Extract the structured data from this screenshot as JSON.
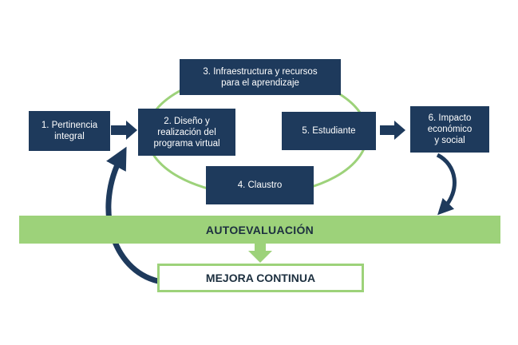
{
  "boxes": {
    "pertinencia": "1. Pertinencia\nintegral",
    "diseno": "2. Diseño y\nrealización del\nprograma virtual",
    "infraestructura": "3. Infraestructura y recursos\npara el aprendizaje",
    "claustro": "4. Claustro",
    "estudiante": "5. Estudiante",
    "impacto": "6. Impacto\neconómico\ny social"
  },
  "autoevaluacion": "AUTOEVALUACIÓN",
  "mejora": "MEJORA CONTINUA",
  "colors": {
    "navy": "#1e3a5c",
    "green": "#9dd27a",
    "text_dark": "#1c2f3f"
  }
}
